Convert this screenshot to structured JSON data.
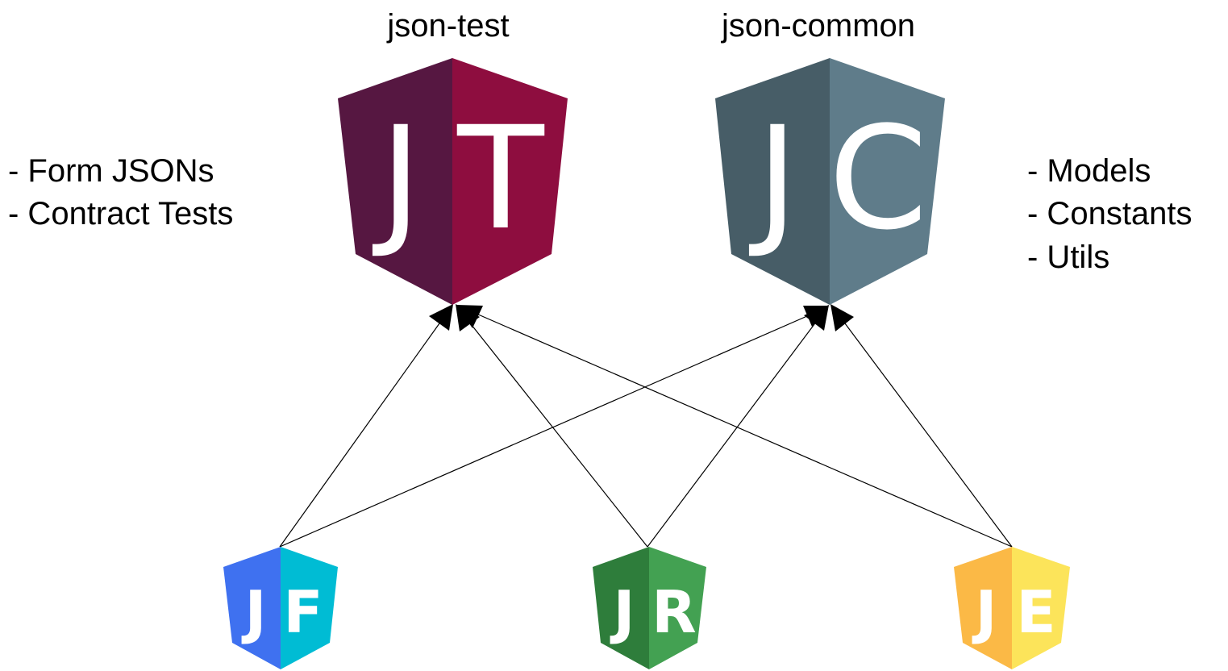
{
  "top_modules": {
    "json_test": {
      "title": "json-test",
      "letter_1": "J",
      "letter_2": "T",
      "color_left": "#561741",
      "color_right": "#8E0D3F",
      "notes": [
        "- Form JSONs",
        "- Contract Tests"
      ]
    },
    "json_common": {
      "title": "json-common",
      "letter_1": "J",
      "letter_2": "C",
      "color_left": "#475D67",
      "color_right": "#5F7C8A",
      "notes": [
        "- Models",
        "- Constants",
        "- Utils"
      ]
    }
  },
  "bottom_modules": {
    "jf": {
      "letter_1": "J",
      "letter_2": "F",
      "color_left": "#3F71F0",
      "color_right": "#00BCD4"
    },
    "jr": {
      "letter_1": "J",
      "letter_2": "R",
      "color_left": "#2E7D3B",
      "color_right": "#43A152"
    },
    "je": {
      "letter_1": "J",
      "letter_2": "E",
      "color_left": "#FBB946",
      "color_right": "#FCE45A"
    }
  },
  "edges": [
    {
      "from": "jf",
      "to": "json_test"
    },
    {
      "from": "jf",
      "to": "json_common"
    },
    {
      "from": "jr",
      "to": "json_test"
    },
    {
      "from": "jr",
      "to": "json_common"
    },
    {
      "from": "je",
      "to": "json_test"
    },
    {
      "from": "je",
      "to": "json_common"
    }
  ]
}
